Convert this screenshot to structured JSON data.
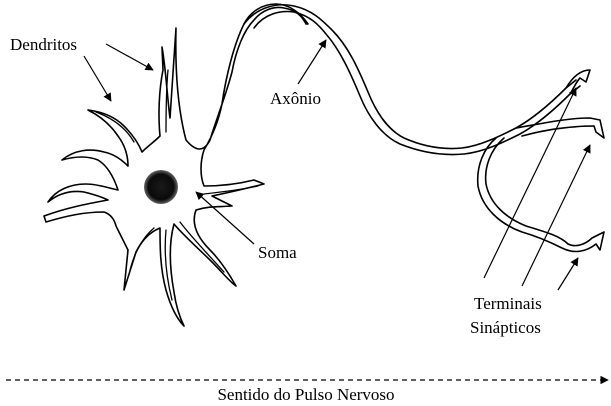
{
  "labels": {
    "dendrites": "Dendritos",
    "axon": "Axônio",
    "soma": "Soma",
    "terminals_line1": "Terminais",
    "terminals_line2": "Sinápticos",
    "pulse_direction": "Sentido do Pulso Nervoso"
  },
  "colors": {
    "stroke": "#000000",
    "nucleus": "#111111",
    "background": "#ffffff"
  },
  "icons": {
    "pulse_arrow": "arrow-right-icon",
    "pointer_arrow": "arrowhead-icon"
  }
}
